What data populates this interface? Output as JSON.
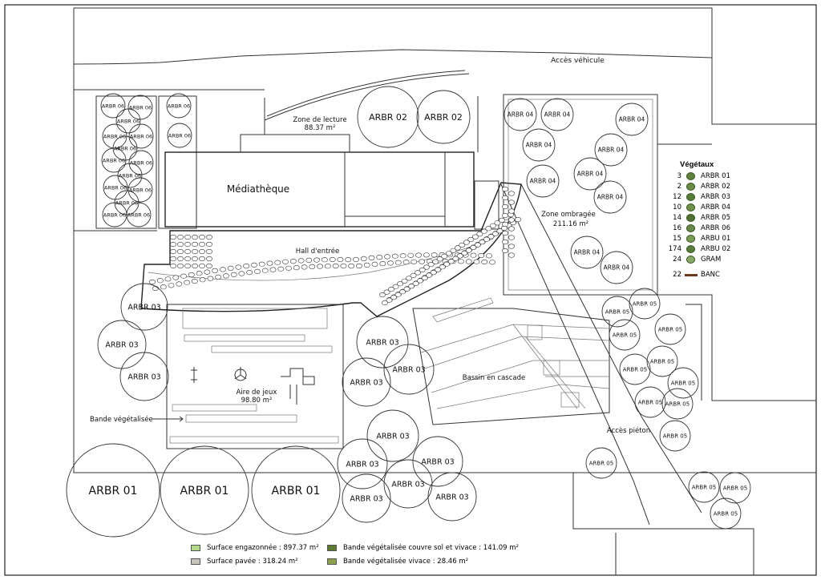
{
  "zones": {
    "acces_vehicule": "Accès véhicule",
    "zone_lecture": "Zone de lecture",
    "zone_lecture_area": "88.37 m²",
    "mediatheque": "Médiathèque",
    "hall": "Hall d'entrée",
    "zone_ombragee": "Zone ombragée",
    "zone_ombragee_area": "211.16 m²",
    "aire_jeux": "Aire de jeux",
    "aire_jeux_area": "98.80 m²",
    "bande_vegetalisee": "Bande végétalisée",
    "bassin": "Bassin en cascade",
    "acces_pieton": "Accès piéton"
  },
  "tree_labels": {
    "arbr01": "ARBR 01",
    "arbr02": "ARBR 02",
    "arbr03": "ARBR 03",
    "arbr04": "ARBR 04",
    "arbr05": "ARBR 05",
    "arbr06": "ARBR 06"
  },
  "vegetaux": {
    "title": "Végétaux",
    "items": [
      {
        "count": "3",
        "name": "ARBR 01",
        "color": "#5f7f3e"
      },
      {
        "count": "2",
        "name": "ARBR 02",
        "color": "#6a8a45"
      },
      {
        "count": "12",
        "name": "ARBR 03",
        "color": "#587a3a"
      },
      {
        "count": "10",
        "name": "ARBR 04",
        "color": "#6d8f4a"
      },
      {
        "count": "14",
        "name": "ARBR 05",
        "color": "#4f7234"
      },
      {
        "count": "16",
        "name": "ARBR 06",
        "color": "#66884a"
      },
      {
        "count": "15",
        "name": "ARBU 01",
        "color": "#7a9a58"
      },
      {
        "count": "174",
        "name": "ARBU 02",
        "color": "#5b7b3d"
      },
      {
        "count": "24",
        "name": "GRAM",
        "color": "#8aa868"
      }
    ],
    "banc": {
      "count": "22",
      "name": "BANC",
      "color": "#6b3a1e"
    }
  },
  "surfaces": [
    {
      "label": "Surface engazonnée : 897.37 m²",
      "color": "#b5d98a"
    },
    {
      "label": "Surface pavée : 318.24 m²",
      "color": "#c8c4bd"
    },
    {
      "label": "Bande végétalisée couvre sol et vivace : 141.09 m²",
      "color": "#5e7a34"
    },
    {
      "label": "Bande végétalisée vivace : 28.46 m²",
      "color": "#8aa04e"
    }
  ]
}
